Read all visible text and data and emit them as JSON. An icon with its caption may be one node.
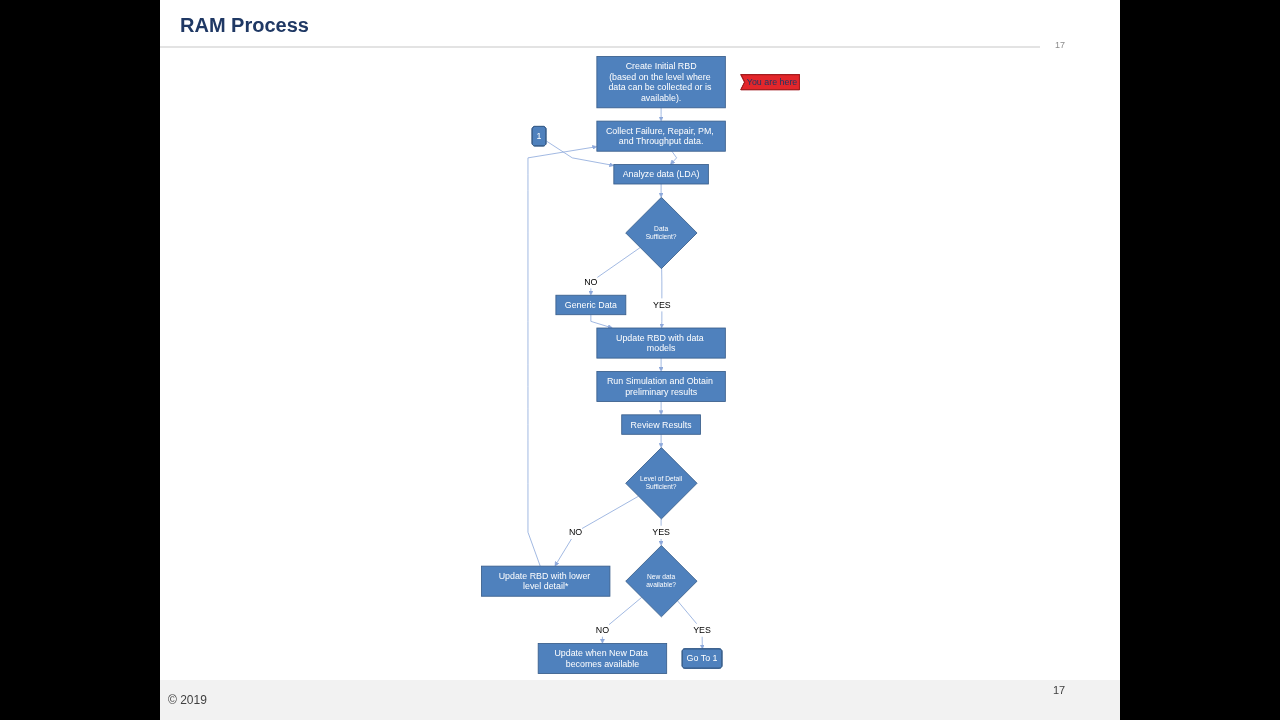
{
  "diagram": {
    "title": "RAM Process",
    "nodes": [
      {
        "text": [
          "Create Initial RBD",
          "(based on the level where data can be collected or is available)."
        ]
      },
      {
        "text": [
          "Collect Failure, Repair, PM, and Throughput data."
        ]
      },
      {
        "text": [
          "Analyze data (LDA)"
        ]
      },
      {
        "text": [
          "1"
        ]
      },
      {
        "text": [
          "Data Sufficient?"
        ]
      },
      {
        "text": [
          "Generic Data"
        ]
      },
      {
        "text": [
          "Update RBD with data models"
        ]
      },
      {
        "text": [
          "Run Simulation and Obtain preliminary results"
        ]
      },
      {
        "text": [
          "Review Results"
        ]
      },
      {
        "text": [
          "Level of Detail Sufficient?"
        ]
      },
      {
        "text": [
          "Update RBD with lower level detail*"
        ]
      },
      {
        "text": [
          "New data available?"
        ]
      },
      {
        "text": [
          "Update when New Data becomes available"
        ]
      },
      {
        "text": [
          "Go To 1"
        ]
      },
      {
        "text": [
          "You are here"
        ]
      }
    ],
    "edges": [
      {
        "from": 0,
        "to": 1,
        "arrow": "to"
      },
      {
        "from": 1,
        "to": 2,
        "arrow": "to"
      },
      {
        "from": 3,
        "to": 2,
        "arrow": "to"
      },
      {
        "from": 2,
        "to": 4,
        "arrow": "to"
      },
      {
        "from": 4,
        "to": 5,
        "arrow": "to",
        "label": "NO"
      },
      {
        "from": 4,
        "to": 6,
        "arrow": "to",
        "label": "YES"
      },
      {
        "from": 5,
        "to": 6,
        "arrow": "to"
      },
      {
        "from": 6,
        "to": 7,
        "arrow": "to"
      },
      {
        "from": 7,
        "to": 8,
        "arrow": "to"
      },
      {
        "from": 8,
        "to": 9,
        "arrow": "to"
      },
      {
        "from": 9,
        "to": 10,
        "arrow": "to",
        "label": "NO"
      },
      {
        "from": 10,
        "to": 1,
        "arrow": "to"
      },
      {
        "from": 9,
        "to": 11,
        "arrow": "to",
        "label": "YES"
      },
      {
        "from": 11,
        "to": 12,
        "arrow": "to",
        "label": "NO"
      },
      {
        "from": 11,
        "to": 13,
        "arrow": "to",
        "label": "YES"
      }
    ],
    "labels": [
      "17",
      "© 2019",
      "17"
    ]
  }
}
